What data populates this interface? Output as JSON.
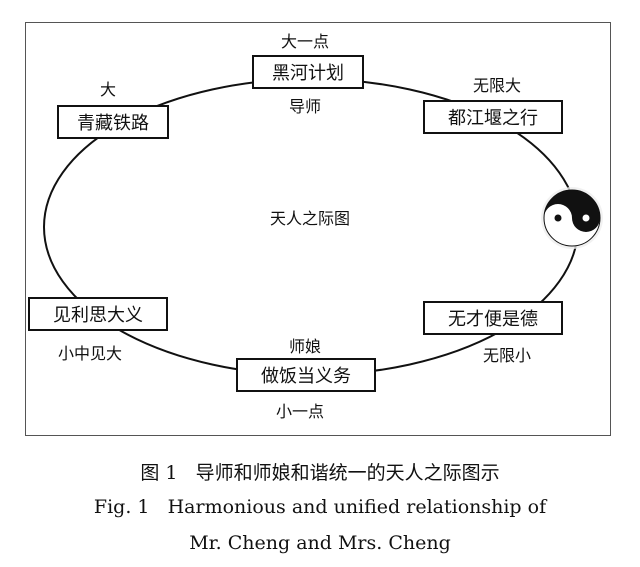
{
  "diagram": {
    "center_label": "天人之际图",
    "boxes": {
      "top": "黑河计划",
      "top_left": "青藏铁路",
      "top_right": "都江堰之行",
      "bottom_left": "见利思大义",
      "bottom_right": "无才便是德",
      "bottom": "做饭当义务"
    },
    "labels": {
      "top_above": "大一点",
      "top_below": "导师",
      "top_left": "大",
      "top_right": "无限大",
      "bottom_left": "小中见大",
      "bottom_above": "师娘",
      "bottom_right": "无限小",
      "bottom_below": "小一点"
    },
    "symbol": "yin-yang-icon"
  },
  "caption": {
    "zh": "图 1   导师和师娘和谐统一的天人之际图示",
    "en_line1": "Fig. 1   Harmonious and unified relationship of",
    "en_line2": "Mr. Cheng and Mrs. Cheng"
  }
}
